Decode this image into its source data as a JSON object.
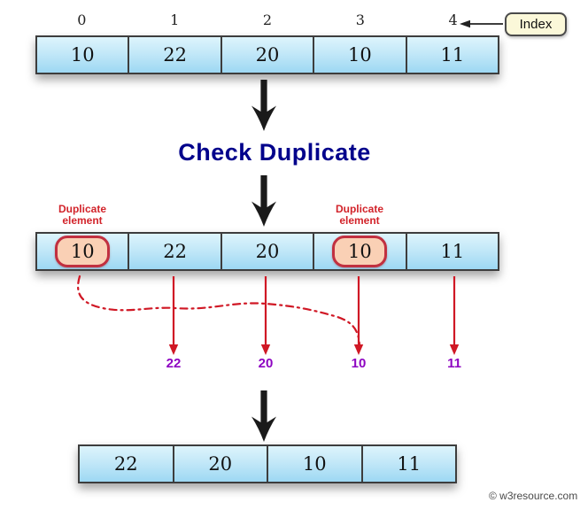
{
  "header": {
    "index_labels": [
      "0",
      "1",
      "2",
      "3",
      "4"
    ],
    "index_tag": "Index"
  },
  "arrays": {
    "top": {
      "values": [
        "10",
        "22",
        "20",
        "10",
        "11"
      ]
    },
    "middle": {
      "values": [
        "10",
        "22",
        "20",
        "10",
        "11"
      ],
      "duplicate_indices": [
        0,
        3
      ]
    },
    "bottom": {
      "values": [
        "22",
        "20",
        "10",
        "11"
      ]
    }
  },
  "labels": {
    "check_duplicate": "Check Duplicate",
    "duplicate_line1": "Duplicate",
    "duplicate_line2": "element"
  },
  "kept_values": [
    "22",
    "20",
    "10",
    "11"
  ],
  "footer": {
    "copyright": "© w3resource.com"
  },
  "colors": {
    "navy_title": "#00008b",
    "red_accent": "#d2232a",
    "purple_value": "#8e05c2",
    "cell_gradient_top": "#ddf4fc",
    "cell_gradient_bottom": "#9dd8f3",
    "highlight_fill": "#fad0b5",
    "highlight_border": "#c13040",
    "index_tag_bg": "#fbf8d9",
    "arrow_black": "#1a1a1a",
    "arrow_red": "#d01825"
  }
}
